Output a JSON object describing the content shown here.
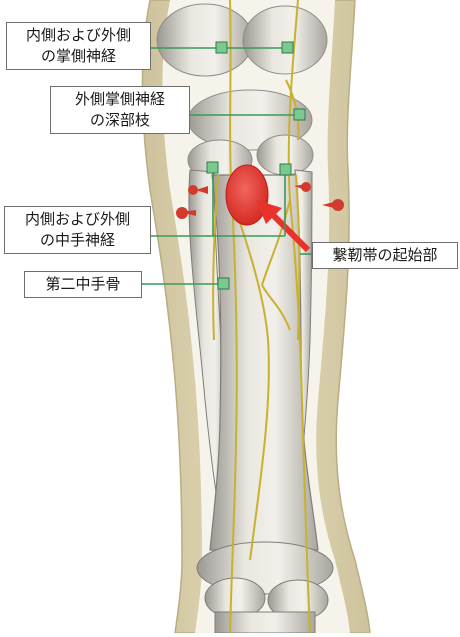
{
  "labels": {
    "medial_lateral_palmar_nerves": [
      "内側および外側",
      "の掌側神経"
    ],
    "deep_branch_lateral_palmar": [
      "外側掌側神経",
      "の深部枝"
    ],
    "medial_lateral_metacarpal_nerves": [
      "内側および外側",
      "の中手神経"
    ],
    "second_metacarpal": [
      "第二中手骨"
    ],
    "suspensory_ligament_origin": [
      "繋靭帯の起始部"
    ]
  },
  "colors": {
    "leader_line": "#3a9a5b",
    "marker_fill": "#7bc98f",
    "origin_marker": "#e8322c",
    "arrow": "#e8322c",
    "nerve": "#c9b12f",
    "skin_outline": "#d9cfa8",
    "bone": "#d8d6cf",
    "pin": "#d23a2e"
  }
}
